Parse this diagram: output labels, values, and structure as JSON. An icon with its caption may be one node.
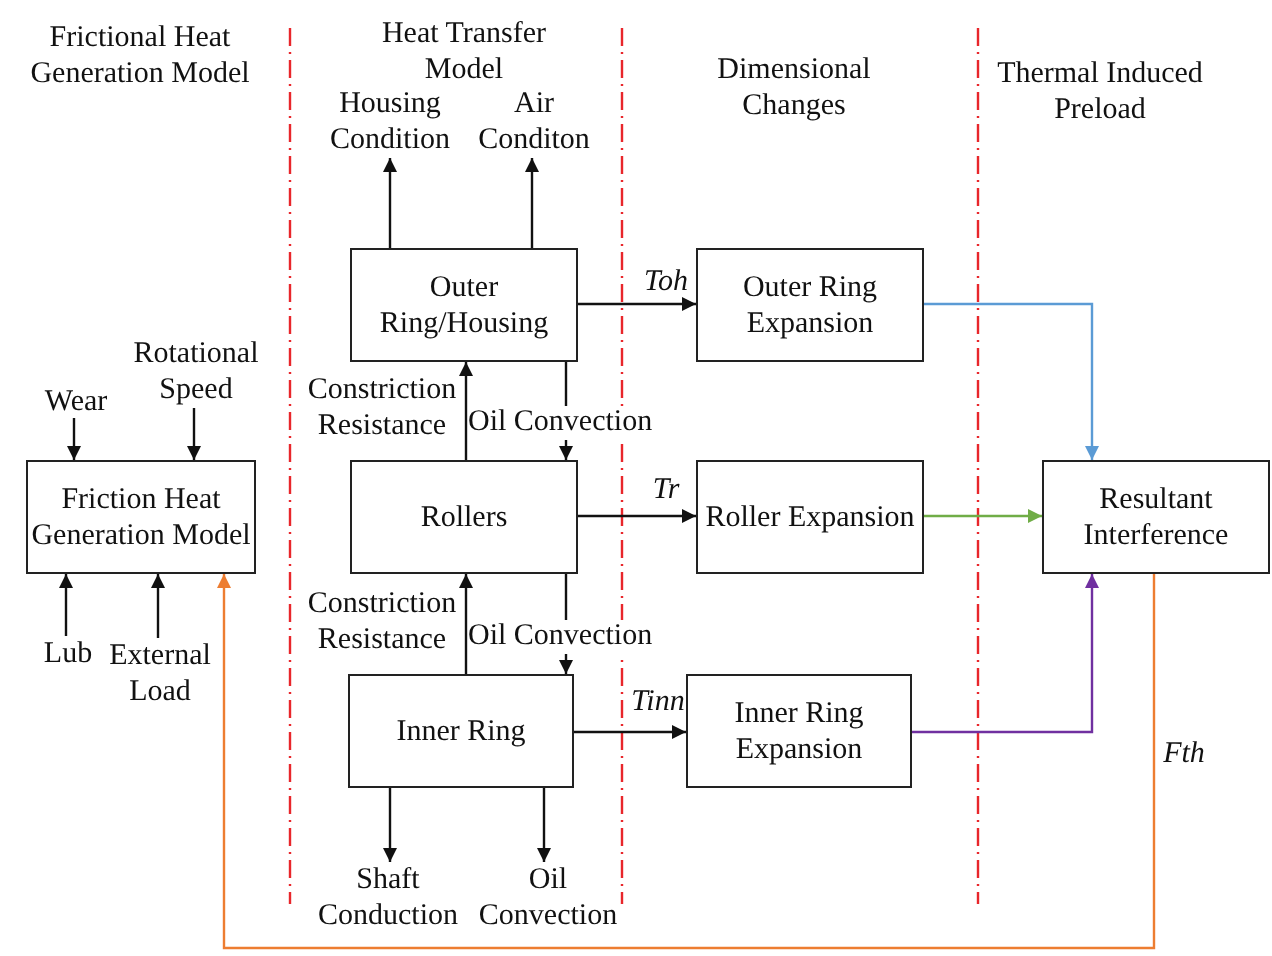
{
  "diagram": {
    "nodes": [
      {
        "text": [
          "Friction Heat Generation Model"
        ]
      },
      {
        "text": [
          "Wear"
        ]
      },
      {
        "text": [
          "Rotational Speed"
        ]
      },
      {
        "text": [
          "Lub"
        ]
      },
      {
        "text": [
          "External Load"
        ]
      },
      {
        "text": [
          "Outer Ring/Housing"
        ]
      },
      {
        "text": [
          "Housing Condition"
        ]
      },
      {
        "text": [
          "Air Conditon"
        ]
      },
      {
        "text": [
          "Rollers"
        ]
      },
      {
        "text": [
          "Inner Ring"
        ]
      },
      {
        "text": [
          "Shaft Conduction"
        ]
      },
      {
        "text": [
          "Oil Convection"
        ]
      },
      {
        "text": [
          "Outer Ring Expansion"
        ]
      },
      {
        "text": [
          "Roller Expansion"
        ]
      },
      {
        "text": [
          "Inner Ring Expansion"
        ]
      },
      {
        "text": [
          "Resultant Interference"
        ]
      }
    ],
    "edges": [
      {
        "from": 1,
        "to": 0,
        "arrow": "to"
      },
      {
        "from": 2,
        "to": 0,
        "arrow": "to"
      },
      {
        "from": 3,
        "to": 0,
        "arrow": "to"
      },
      {
        "from": 4,
        "to": 0,
        "arrow": "to"
      },
      {
        "from": 5,
        "to": 6,
        "arrow": "to"
      },
      {
        "from": 5,
        "to": 7,
        "arrow": "to"
      },
      {
        "from": 8,
        "to": 5,
        "arrow": "to",
        "label": "Constriction Resistance"
      },
      {
        "from": 5,
        "to": 8,
        "arrow": "to",
        "label": "Oil Convection"
      },
      {
        "from": 9,
        "to": 8,
        "arrow": "to",
        "label": "Constriction Resistance"
      },
      {
        "from": 8,
        "to": 9,
        "arrow": "to",
        "label": "Oil Convection"
      },
      {
        "from": 9,
        "to": 10,
        "arrow": "to"
      },
      {
        "from": 9,
        "to": 11,
        "arrow": "to"
      },
      {
        "from": 5,
        "to": 12,
        "arrow": "to",
        "label": "*Toh*"
      },
      {
        "from": 8,
        "to": 13,
        "arrow": "to",
        "label": "*Tr*"
      },
      {
        "from": 9,
        "to": 14,
        "arrow": "to",
        "label": "*Tinn*"
      },
      {
        "from": 12,
        "to": 15,
        "arrow": "to",
        "color": "#5b9bd5"
      },
      {
        "from": 13,
        "to": 15,
        "arrow": "to",
        "color": "#70ad47"
      },
      {
        "from": 14,
        "to": 15,
        "arrow": "to",
        "color": "#7030a0"
      },
      {
        "from": 15,
        "to": 0,
        "arrow": "to",
        "color": "#ed7d31",
        "label": "*Fth*"
      }
    ],
    "labels": [
      "Frictional Heat Generation Model",
      "Heat Transfer Model",
      "Dimensional Changes",
      "Thermal Induced Preload"
    ]
  }
}
